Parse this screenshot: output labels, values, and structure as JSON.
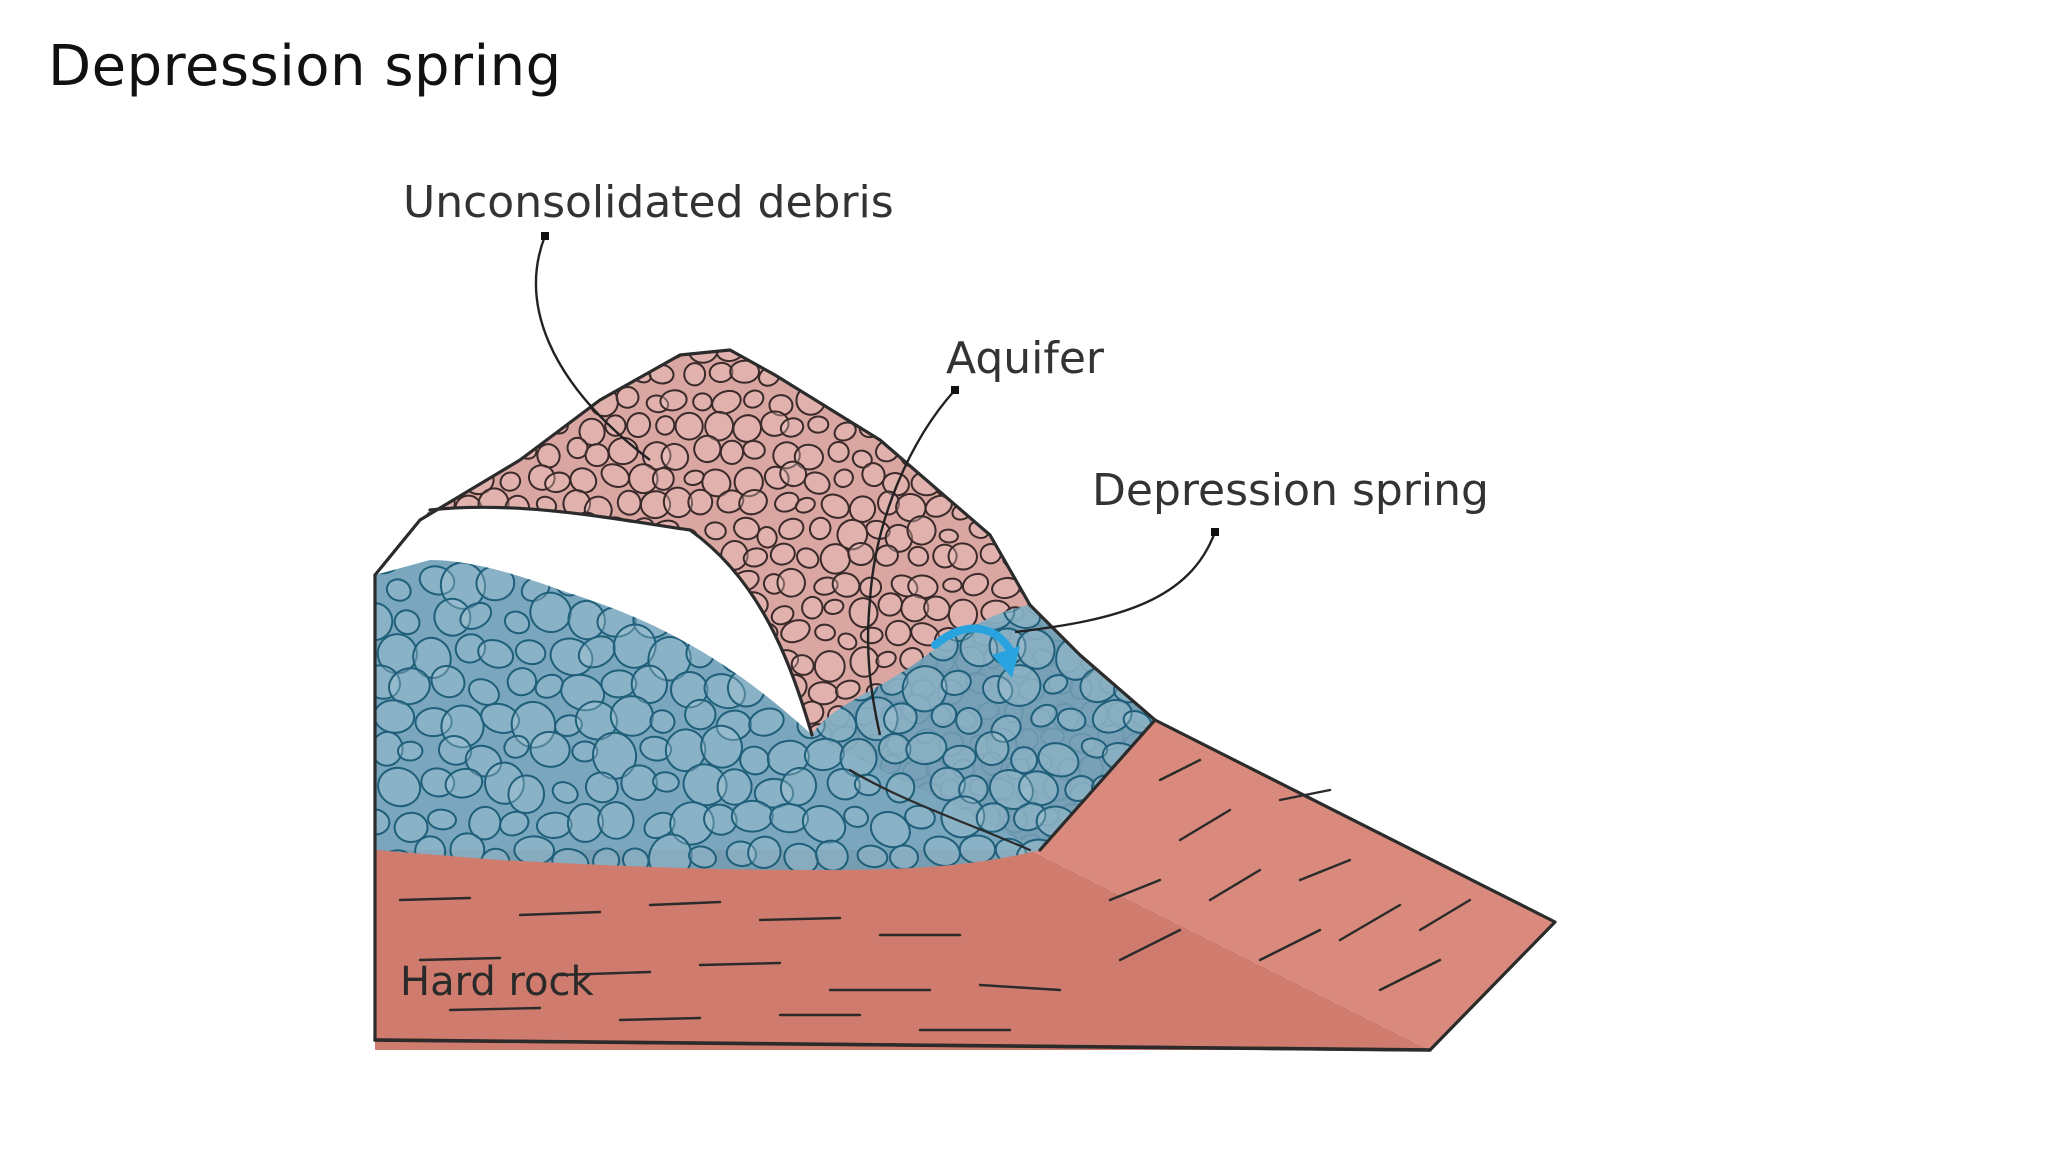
{
  "slide": {
    "title": "Depression spring"
  },
  "diagram": {
    "labels": {
      "debris": "Unconsolidated debris",
      "aquifer": "Aquifer",
      "spring": "Depression spring",
      "rock": "Hard rock"
    },
    "colors": {
      "debris_fill": "#d9a6a1",
      "aquifer_fill": "#6f9fb8",
      "rock_fill": "#cf7b6d",
      "outline": "#2b2b2b",
      "flow_arrow": "#29a3e0",
      "pebble_dark": "#3a2a2a",
      "pebble_blue": "#1f5f7a"
    },
    "icons": [
      "flow-arrow-icon"
    ]
  }
}
